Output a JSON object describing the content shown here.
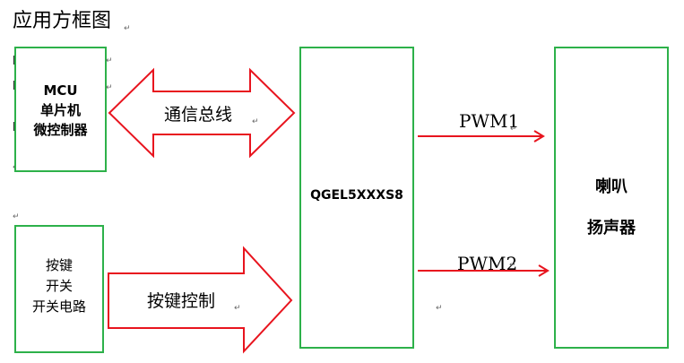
{
  "title": "应用方框图",
  "mcu_box": {
    "lines": [
      "MCU",
      "单片机",
      "微控制器"
    ]
  },
  "key_box": {
    "lines": [
      "按键",
      "开关",
      "开关电路"
    ]
  },
  "center_box": {
    "label": "QGEL5XXXS8"
  },
  "speaker_box": {
    "lines": [
      "喇叭",
      "扬声器"
    ]
  },
  "arrows": {
    "bus_label": "通信总线",
    "key_control_label": "按键控制",
    "pwm1_label": "PWM1",
    "pwm2_label": "PWM2"
  },
  "colors": {
    "box_border": "#2db14a",
    "arrow": "#e8141e"
  },
  "paragraph_mark": "↵"
}
